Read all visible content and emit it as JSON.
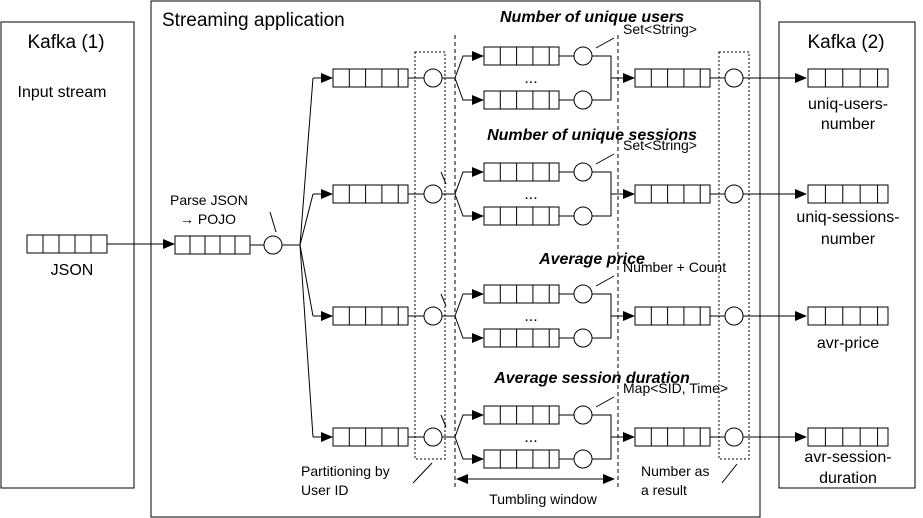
{
  "kafka_in": {
    "title": "Kafka (1)",
    "subtitle": "Input stream",
    "queue_label": "JSON"
  },
  "app": {
    "title": "Streaming application",
    "parse_label_1": "Parse JSON",
    "parse_label_2": "→ POJO",
    "partition_label_1": "Partitioning by",
    "partition_label_2": "User ID",
    "window_label": "Tumbling window",
    "result_label_1": "Number as",
    "result_label_2": "a result",
    "ellipsis": "..."
  },
  "pipelines": [
    {
      "title": "Number of unique users",
      "state": "Set<String>",
      "output_1": "uniq-users-",
      "output_2": "number"
    },
    {
      "title": "Number of unique sessions",
      "state": "Set<String>",
      "output_1": "uniq-sessions-",
      "output_2": "number"
    },
    {
      "title": "Average price",
      "state": "Number + Count",
      "output_1": "avr-price",
      "output_2": ""
    },
    {
      "title": "Average session duration",
      "state": "Map<SID, Time>",
      "output_1": "avr-session-",
      "output_2": "duration"
    }
  ],
  "kafka_out": {
    "title": "Kafka (2)"
  }
}
